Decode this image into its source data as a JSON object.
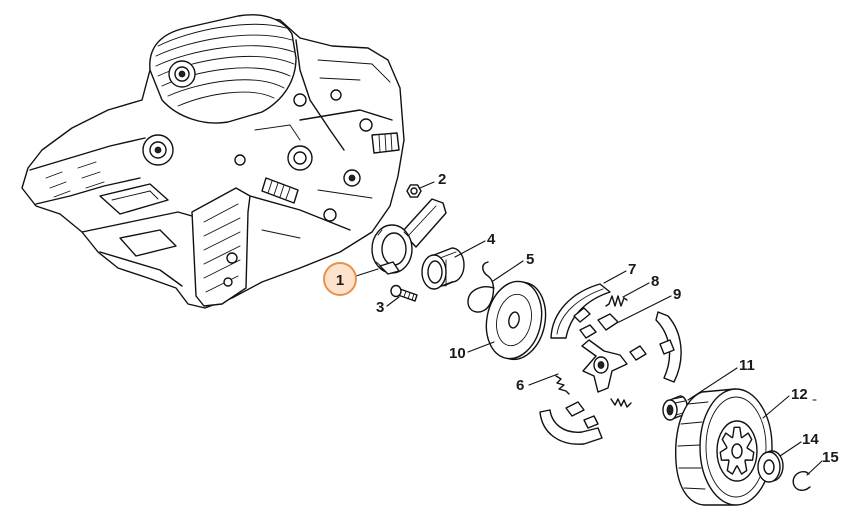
{
  "diagram": {
    "callouts": {
      "p1": "1",
      "p2": "2",
      "p3": "3",
      "p4": "4",
      "p5": "5",
      "p6": "6",
      "p7": "7",
      "p8": "8",
      "p9": "9",
      "p10": "10",
      "p11": "11",
      "p12": "12",
      "p14": "14",
      "p15": "15"
    },
    "selected_callout": "1",
    "colors": {
      "line": "#111111",
      "label": "#1a1a1a",
      "highlight_stroke": "#e9914c",
      "highlight_fill": "#fde3cc",
      "background": "#ffffff"
    }
  }
}
